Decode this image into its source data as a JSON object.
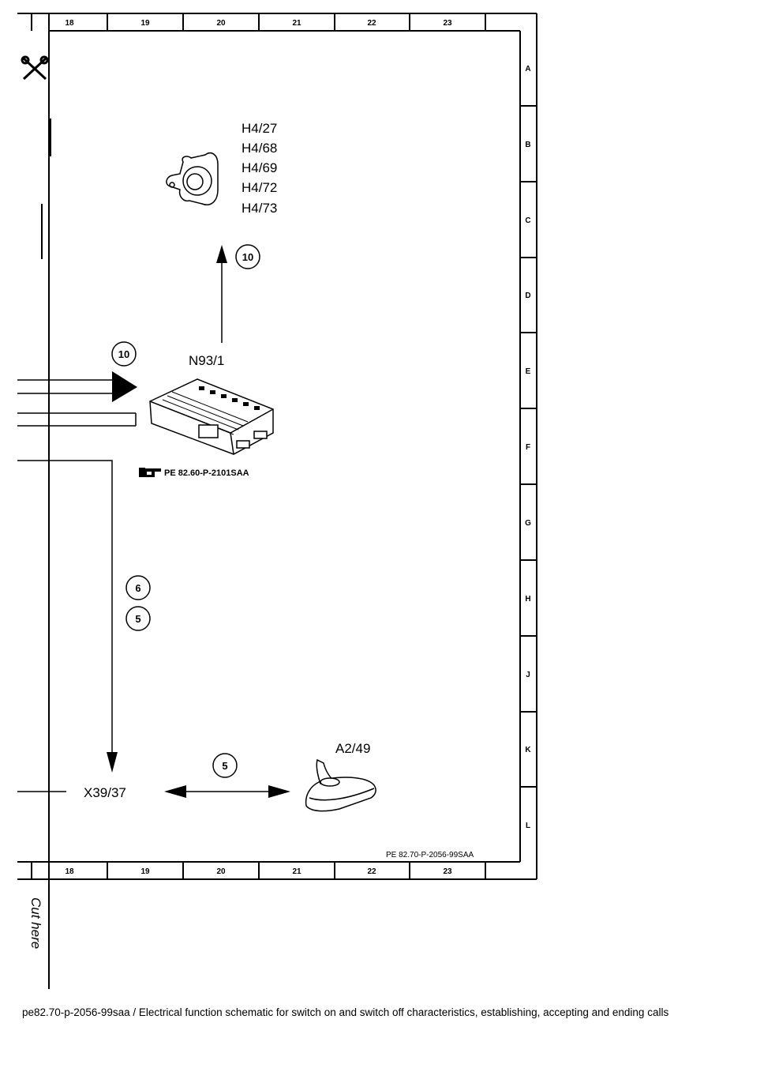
{
  "columns": [
    "18",
    "19",
    "20",
    "21",
    "22",
    "23"
  ],
  "rows": [
    "A",
    "B",
    "C",
    "D",
    "E",
    "F",
    "G",
    "H",
    "J",
    "K",
    "L"
  ],
  "components": {
    "speakers": [
      "H4/27",
      "H4/68",
      "H4/69",
      "H4/72",
      "H4/73"
    ],
    "control_unit": "N93/1",
    "connector": "X39/37",
    "antenna": "A2/49"
  },
  "references": {
    "control_unit_ref": "PE 82.60-P-2101SAA",
    "doc_ref": "PE 82.70-P-2056-99SAA"
  },
  "circle_numbers": {
    "to_speakers": "10",
    "into_unit": "10",
    "down_a": "6",
    "down_b": "5",
    "to_antenna": "5"
  },
  "cut_here": "Cut here",
  "caption": "pe82.70-p-2056-99saa / Electrical function schematic for switch on and switch off characteristics, establishing, accepting and ending calls"
}
